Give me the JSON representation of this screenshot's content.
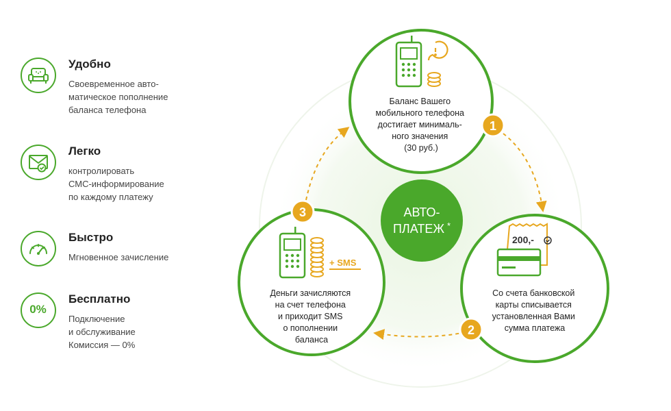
{
  "features": [
    {
      "title": "Удобно",
      "desc": "Своевременное авто-\nматическое пополнение\nбаланса телефона",
      "icon": "armchair-icon"
    },
    {
      "title": "Легко",
      "desc": "контролировать\nСМС-информирование\nпо каждому платежу",
      "icon": "envelope-check-icon"
    },
    {
      "title": "Быстро",
      "desc": "Мгновенное зачисление",
      "icon": "speedometer-icon"
    },
    {
      "title": "Бесплатно",
      "desc": "Подключение\nи обслуживание\nКомиссия — 0%",
      "icon_text": "0%"
    }
  ],
  "center": {
    "line1": "АВТО-",
    "line2": "ПЛАТЕЖ",
    "mark": "*"
  },
  "steps": [
    {
      "num": "1",
      "lines": [
        "Баланс Вашего",
        "мобильного телефона",
        "достигает минималь-",
        "ного значения",
        "(30 руб.)"
      ]
    },
    {
      "num": "2",
      "lines": [
        "Со счета банковской",
        "карты списывается",
        "установленная Вами",
        "сумма платежа"
      ],
      "receipt_amount": "200,-"
    },
    {
      "num": "3",
      "lines": [
        "Деньги зачисляются",
        "на счет телефона",
        "и приходит SMS",
        "о пополнении",
        "баланса"
      ],
      "sms_label": "+ SMS"
    }
  ],
  "colors": {
    "green": "#4aa82b",
    "orange": "#e7a71f",
    "text": "#333333"
  }
}
